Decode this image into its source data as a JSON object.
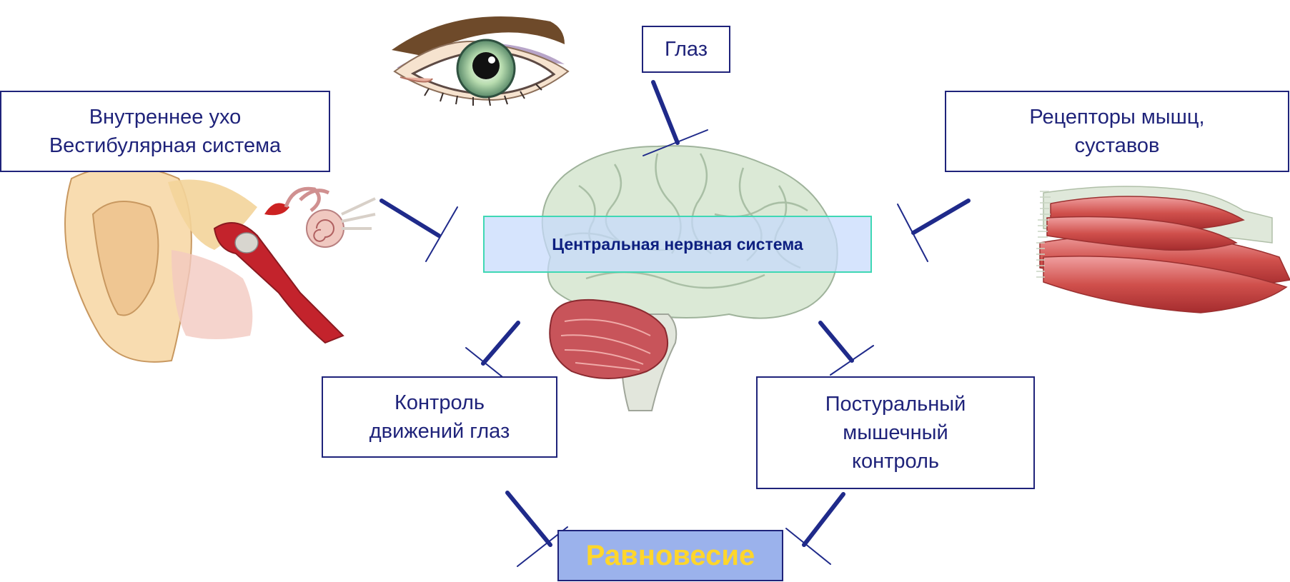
{
  "nodes": {
    "eye": "Глаз",
    "inner_ear": [
      "Внутреннее ухо",
      "Вестибулярная система"
    ],
    "muscle_receptors": [
      "Рецепторы мышц,",
      "суставов"
    ],
    "cns": "Центральная нервная система",
    "eye_movement_control": [
      "Контроль",
      "движений глаз"
    ],
    "postural_control": [
      "Постуральный",
      "мышечный",
      "контроль"
    ],
    "balance": "Равновесие"
  },
  "illustrations": [
    "eye",
    "ear",
    "brain",
    "muscle"
  ],
  "colors": {
    "box_border": "#1f237a",
    "text": "#1f237a",
    "arrow": "#1f2a8a",
    "cns_fill": "#c6dafc",
    "cns_border": "#3fd8b4",
    "balance_fill": "#9bb2ec",
    "balance_text": "#ffd62b"
  }
}
